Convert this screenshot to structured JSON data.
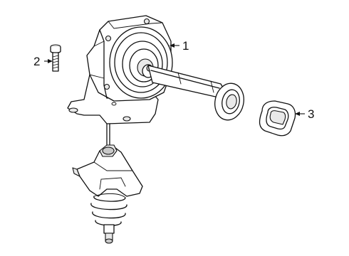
{
  "callouts": [
    {
      "id": "1",
      "label": "1"
    },
    {
      "id": "2",
      "label": "2"
    },
    {
      "id": "3",
      "label": "3"
    }
  ],
  "parts": [
    {
      "callout": "1",
      "icon": "spare-tire-carrier-hoist-assembly"
    },
    {
      "callout": "2",
      "icon": "bolt"
    },
    {
      "callout": "3",
      "icon": "grommet"
    }
  ]
}
